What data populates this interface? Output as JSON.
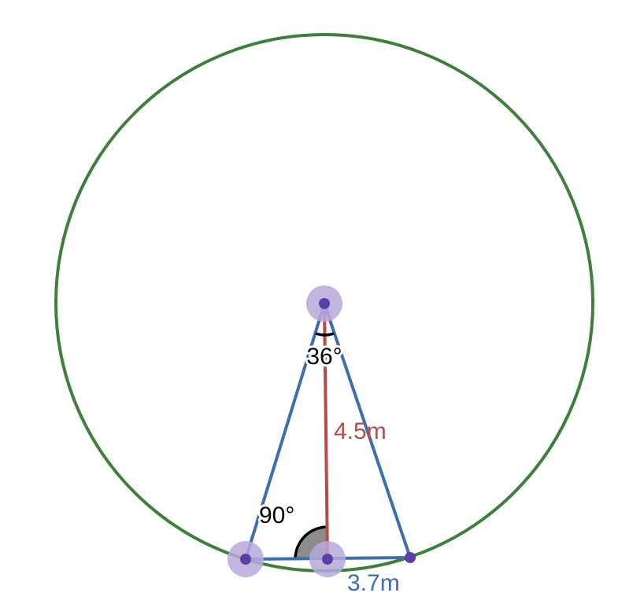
{
  "diagram": {
    "colors": {
      "circle": "#3f7f3c",
      "triangle": "#3d6eaf",
      "height": "#b94a48",
      "point": "#5b3ea6",
      "point_halo": "#b7a9dc",
      "right_angle_fill": "#8c8c8c",
      "angle_arc": "#000000",
      "label_dark": "#000000"
    },
    "labels": {
      "apex_angle": "36°",
      "right_angle": "90°",
      "height": "4.5m",
      "base": "3.7m"
    },
    "points": [
      {
        "name": "apex",
        "highlighted": true
      },
      {
        "name": "base-left",
        "highlighted": true
      },
      {
        "name": "foot",
        "highlighted": true
      },
      {
        "name": "base-right",
        "highlighted": false
      }
    ]
  }
}
